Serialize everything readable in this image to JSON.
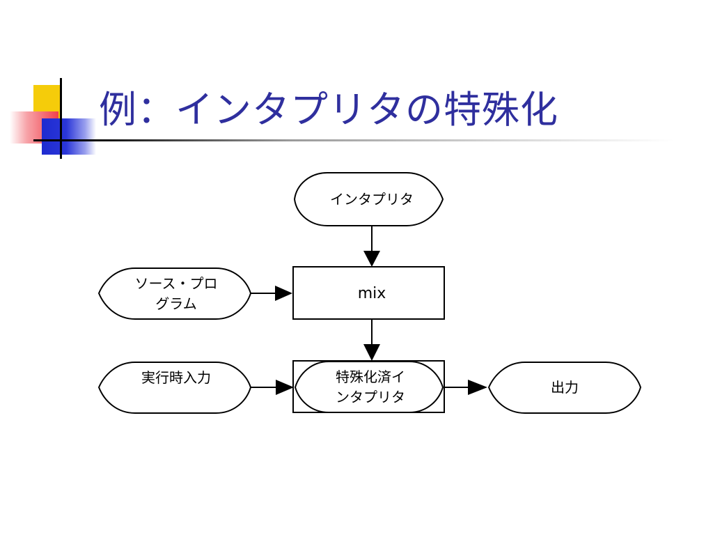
{
  "slide": {
    "title": "例：インタプリタの特殊化"
  },
  "diagram": {
    "nodes": {
      "interpreter": {
        "label": "インタプリタ",
        "shape": "oval"
      },
      "source": {
        "label_lines": [
          "ソース・プロ",
          "グラム"
        ],
        "shape": "oval"
      },
      "mix": {
        "label": "mix",
        "shape": "rect"
      },
      "runtime_input": {
        "label": "実行時入力",
        "shape": "oval"
      },
      "specialized": {
        "label_lines": [
          "特殊化済イ",
          "ンタプリタ"
        ],
        "shape": "oval-in-rect"
      },
      "output": {
        "label": "出力",
        "shape": "oval"
      }
    },
    "edges": [
      {
        "from": "interpreter",
        "to": "mix"
      },
      {
        "from": "source",
        "to": "mix"
      },
      {
        "from": "mix",
        "to": "specialized"
      },
      {
        "from": "runtime_input",
        "to": "specialized"
      },
      {
        "from": "specialized",
        "to": "output"
      }
    ]
  },
  "colors": {
    "title": "#2f2f9e",
    "accent_yellow": "#f5cc0a",
    "accent_red": "#f0404b",
    "accent_blue": "#1e2bd0"
  }
}
